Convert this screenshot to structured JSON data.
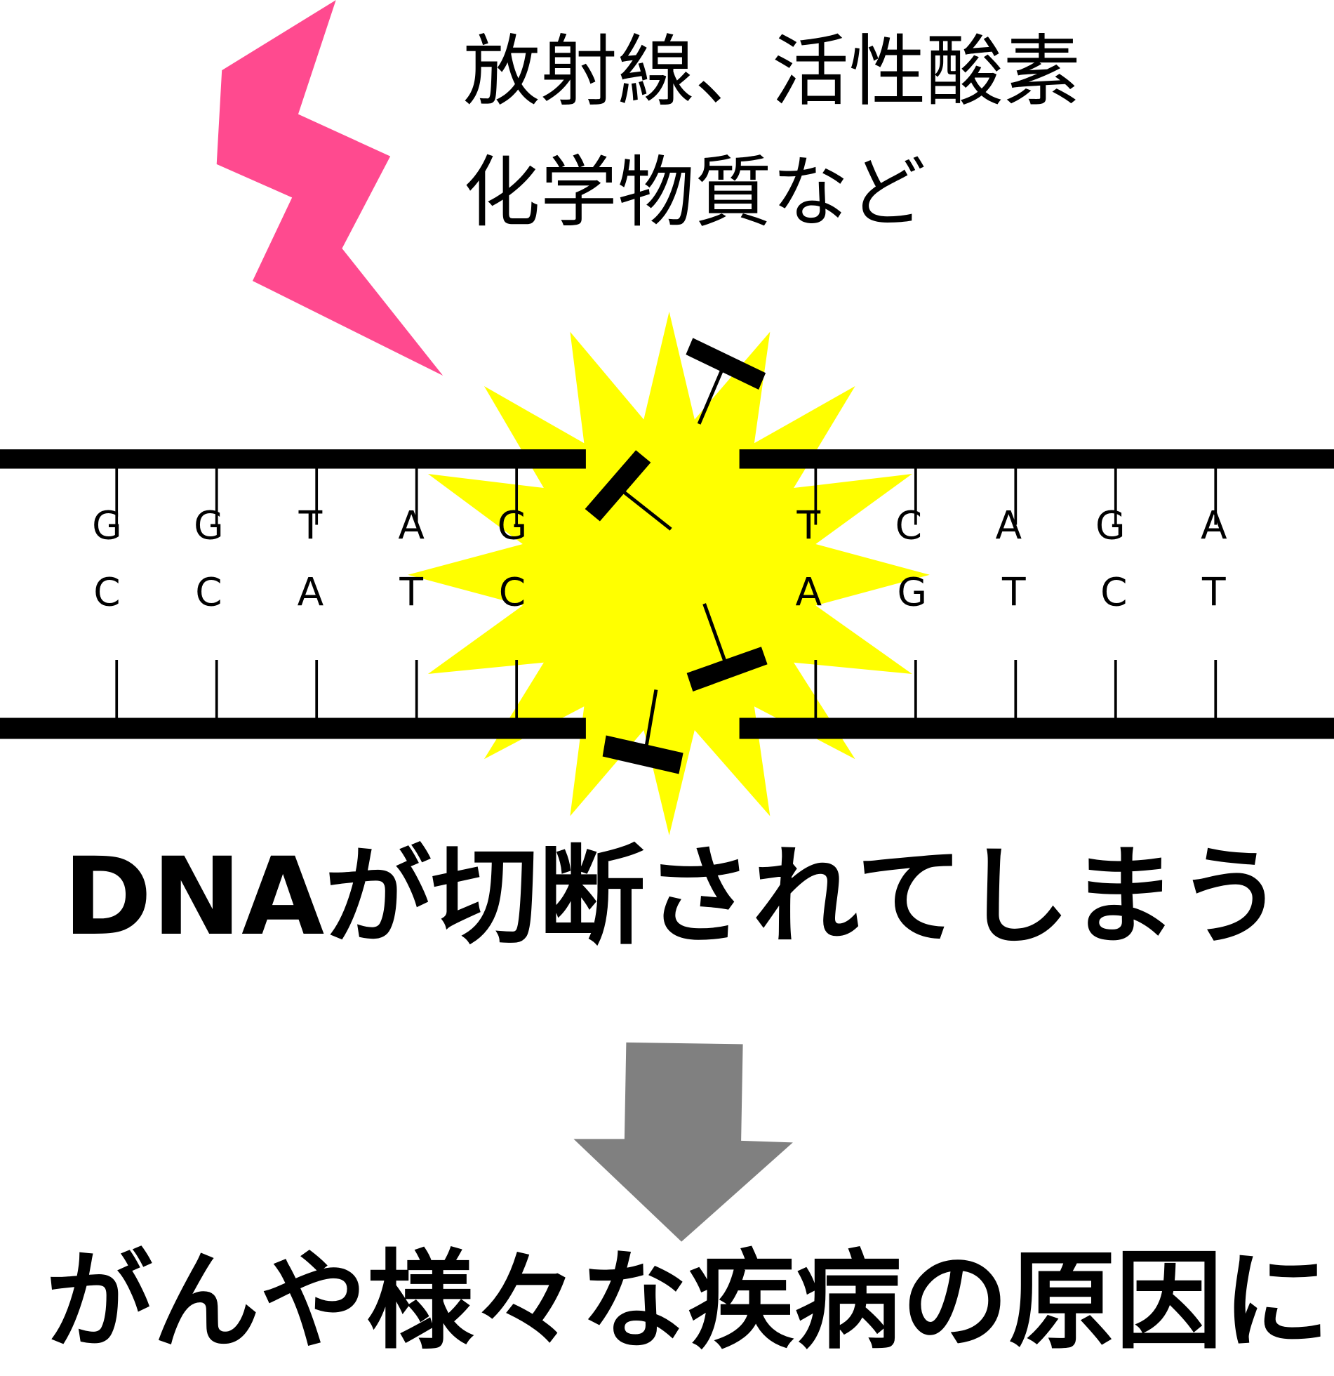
{
  "causes": {
    "line1": "放射線、活性酸素",
    "line2": "化学物質など"
  },
  "dna": {
    "top_left": [
      "G",
      "G",
      "T",
      "A",
      "G"
    ],
    "top_right": [
      "T",
      "C",
      "A",
      "G",
      "A"
    ],
    "bottom_left": [
      "C",
      "C",
      "A",
      "T",
      "C"
    ],
    "bottom_right": [
      "A",
      "G",
      "T",
      "C",
      "T"
    ]
  },
  "statement": "DNAが切断されてしまう",
  "result": "がんや様々な疾病の原因に",
  "colors": {
    "lightning": "#FF4A8F",
    "burst": "#FFFF00",
    "arrow": "#808080",
    "strand": "#000000"
  }
}
